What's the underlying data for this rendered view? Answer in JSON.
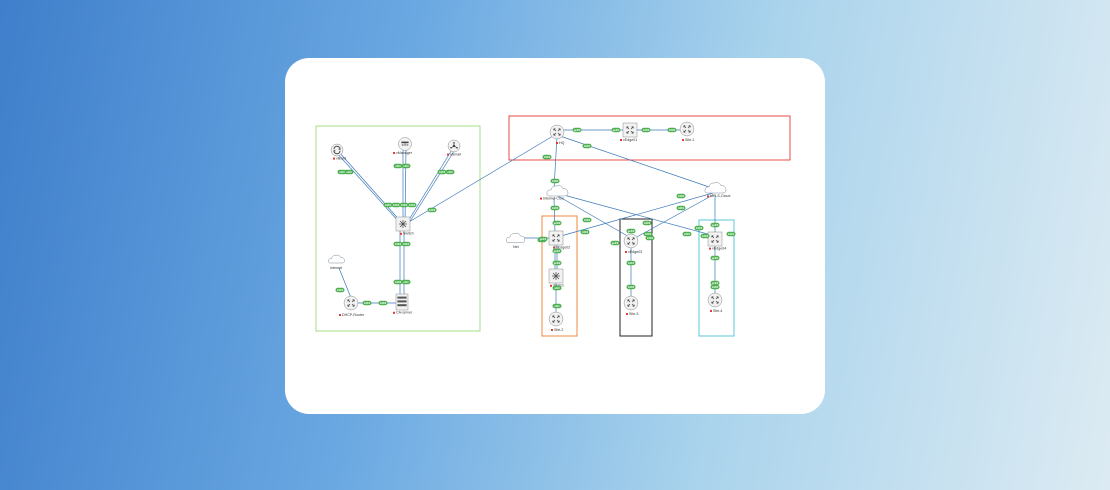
{
  "colors": {
    "link": "#3a78b8",
    "port": "#4caf50",
    "node_fill": "#f2f2f2",
    "node_stroke": "#8a8a8a",
    "status": "#e53935",
    "card": "#ffffff"
  },
  "groups": [
    {
      "id": "g-green",
      "color": "#9ddc7a"
    },
    {
      "id": "g-red",
      "color": "#e53935"
    },
    {
      "id": "g-orange",
      "color": "#ef8a3c"
    },
    {
      "id": "g-black",
      "color": "#222222"
    },
    {
      "id": "g-cyan",
      "color": "#5bc7d6"
    }
  ],
  "nodes": [
    {
      "id": "vbond",
      "label": "vBond",
      "icon": "vbond-icon"
    },
    {
      "id": "vmanager",
      "label": "vManager",
      "icon": "vmanager-icon"
    },
    {
      "id": "vsmart",
      "label": "vSmart",
      "icon": "vsmart-icon"
    },
    {
      "id": "switch-left",
      "label": "Switch",
      "icon": "switch-icon"
    },
    {
      "id": "internet-left",
      "label": "Internet",
      "icon": "cloud-icon"
    },
    {
      "id": "dhcp-router",
      "label": "DHCP-Router",
      "icon": "router-icon"
    },
    {
      "id": "ca-server",
      "label": "CA-server",
      "icon": "server-icon"
    },
    {
      "id": "hq",
      "label": "HQ",
      "icon": "router-icon"
    },
    {
      "id": "vedge-top",
      "label": "vEdge01",
      "icon": "router-icon"
    },
    {
      "id": "site1",
      "label": "Site-1",
      "icon": "router-icon"
    },
    {
      "id": "internet-cloud",
      "label": "Internet-Clou",
      "icon": "cloud-icon"
    },
    {
      "id": "mpls-cloud",
      "label": "MPLS-Cloud",
      "icon": "cloud-icon"
    },
    {
      "id": "net",
      "label": "Net",
      "icon": "cloud-icon"
    },
    {
      "id": "vedge2",
      "label": "vEdge02",
      "icon": "router-icon"
    },
    {
      "id": "switch-mid",
      "label": "Switch",
      "icon": "switch-icon"
    },
    {
      "id": "site2",
      "label": "Site-2",
      "icon": "router-icon"
    },
    {
      "id": "vedge3",
      "label": "vEdge03",
      "icon": "router-icon"
    },
    {
      "id": "site3",
      "label": "Site-3",
      "icon": "router-icon"
    },
    {
      "id": "vedge4",
      "label": "vEdge04",
      "icon": "router-icon"
    },
    {
      "id": "site4",
      "label": "Site-4",
      "icon": "router-icon"
    }
  ],
  "ports": [
    {
      "text": "eth0"
    },
    {
      "text": "eth0"
    },
    {
      "text": "eth0"
    },
    {
      "text": "eth0"
    },
    {
      "text": "Gi0/1"
    },
    {
      "text": "Gi0/2"
    },
    {
      "text": "Gi0/3"
    },
    {
      "text": "Gi0/4"
    },
    {
      "text": "Gi0/0"
    },
    {
      "text": "Gi0/5"
    },
    {
      "text": "eth0"
    },
    {
      "text": "Gi0/0"
    },
    {
      "text": "Gi0/1"
    },
    {
      "text": "Gi0/0"
    },
    {
      "text": "eth1"
    },
    {
      "text": "Gi0/0"
    },
    {
      "text": "Gi0/1"
    },
    {
      "text": "Gi0/2"
    },
    {
      "text": "Gi0/0"
    },
    {
      "text": "ge0/0"
    },
    {
      "text": "ge0/1"
    },
    {
      "text": "Gi0/0"
    },
    {
      "text": "Gi0/0"
    },
    {
      "text": "Gi0/1"
    },
    {
      "text": "Gi0/0"
    },
    {
      "text": "Gi0/2"
    },
    {
      "text": "Gi0/3"
    },
    {
      "text": "Gi0/1"
    },
    {
      "text": "Gi0/2"
    },
    {
      "text": "Gi0/0"
    },
    {
      "text": "Gi0/3"
    },
    {
      "text": "eth0"
    },
    {
      "text": "ge0/0"
    },
    {
      "text": "ge0/1"
    },
    {
      "text": "ge0/2"
    },
    {
      "text": "eth0"
    },
    {
      "text": "eth1"
    },
    {
      "text": "Gi0/0"
    },
    {
      "text": "Gi0/1"
    },
    {
      "text": "Gi0/0"
    },
    {
      "text": "ge0/0"
    },
    {
      "text": "ge0/1"
    },
    {
      "text": "ge0/2"
    },
    {
      "text": "Gi0/0"
    },
    {
      "text": "ge0/0"
    },
    {
      "text": "ge0/1"
    },
    {
      "text": "ge0/2"
    },
    {
      "text": "Gi0/0"
    },
    {
      "text": "Gi0/1"
    },
    {
      "text": "Gi0/0"
    },
    {
      "text": "Gi0/1"
    },
    {
      "text": "Gi0/0"
    }
  ]
}
